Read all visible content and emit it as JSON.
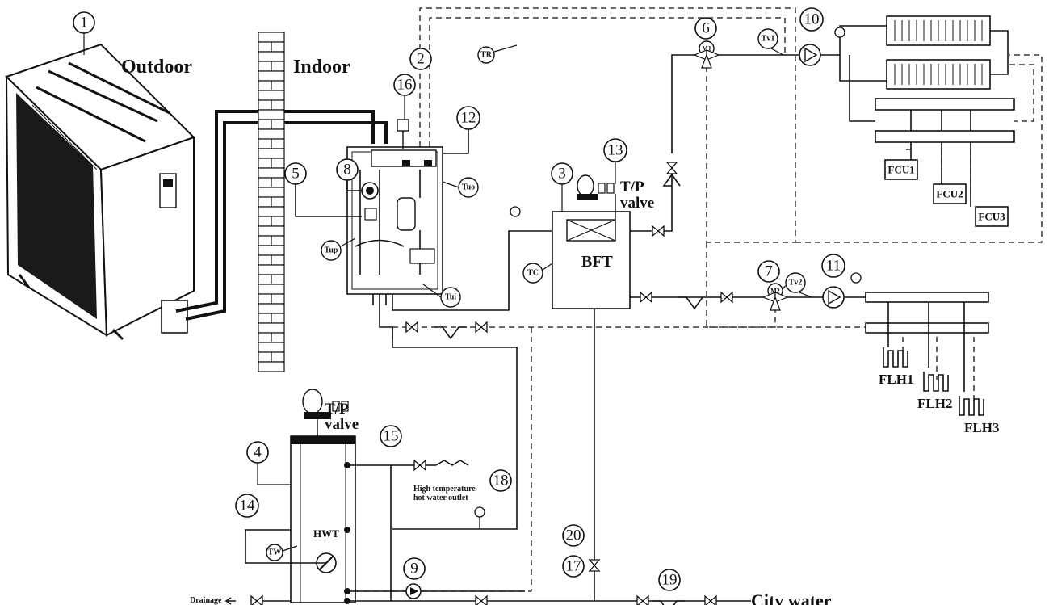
{
  "labels": {
    "outdoor": "Outdoor",
    "indoor": "Indoor",
    "bft": "BFT",
    "hwt": "HWT",
    "tp_valve_top": "T/P",
    "tp_valve_bottom": "valve",
    "tp_valve2_top": "T/P",
    "tp_valve2_bottom": "valve",
    "hot_water_outlet_1": "High temperature",
    "hot_water_outlet_2": "hot water outlet",
    "drainage": "Drainage",
    "city_water": "City water"
  },
  "numbers": [
    "1",
    "2",
    "3",
    "4",
    "5",
    "6",
    "7",
    "8",
    "9",
    "10",
    "11",
    "12",
    "13",
    "14",
    "15",
    "16",
    "17",
    "18",
    "19",
    "20"
  ],
  "sensors": {
    "tuo": "Tuo",
    "tup": "Tup",
    "tui": "Tui",
    "tr": "TR",
    "tv1": "Tv1",
    "tv2": "Tv2",
    "tc": "TC",
    "tw": "TW"
  },
  "valves": {
    "m1": "M1",
    "m2": "M2"
  },
  "fcu": [
    "FCU1",
    "FCU2",
    "FCU3"
  ],
  "flh": [
    "FLH1",
    "FLH2",
    "FLH3"
  ]
}
